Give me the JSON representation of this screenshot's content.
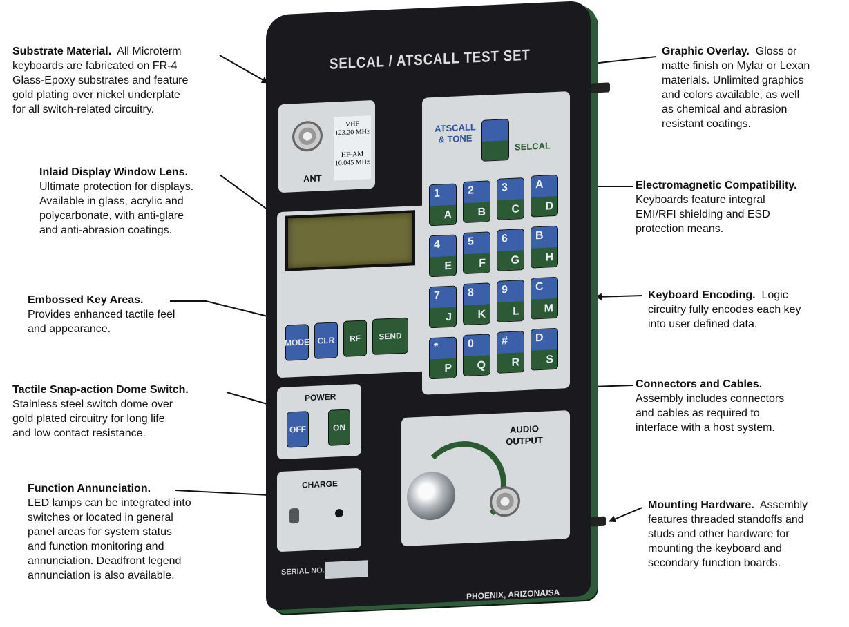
{
  "panel": {
    "title": "SELCAL / ATSCALL  TEST  SET",
    "ant_label": "ANT",
    "vhf_label": "VHF",
    "vhf_freq": "123.20 MHz",
    "hf_label": "HF-AM",
    "hf_freq": "10.045 MHz",
    "atscall_label": "ATSCALL & TONE",
    "selcal_label": "SELCAL",
    "power_label": "POWER",
    "off_label": "OFF",
    "on_label": "ON",
    "charge_label": "CHARGE",
    "audio_label": "AUDIO OUTPUT",
    "serial_label": "SERIAL NO.",
    "location_label": "PHOENIX, ARIZONA",
    "country_label": "USA",
    "function_buttons": [
      "MODE",
      "CLR",
      "RF",
      "SEND"
    ],
    "keypad": [
      {
        "top": "1",
        "bottom": "A"
      },
      {
        "top": "2",
        "bottom": "B"
      },
      {
        "top": "3",
        "bottom": "C"
      },
      {
        "top": "A",
        "bottom": "D"
      },
      {
        "top": "4",
        "bottom": "E"
      },
      {
        "top": "5",
        "bottom": "F"
      },
      {
        "top": "6",
        "bottom": "G"
      },
      {
        "top": "B",
        "bottom": "H"
      },
      {
        "top": "7",
        "bottom": "J"
      },
      {
        "top": "8",
        "bottom": "K"
      },
      {
        "top": "9",
        "bottom": "L"
      },
      {
        "top": "C",
        "bottom": "M"
      },
      {
        "top": "*",
        "bottom": "P"
      },
      {
        "top": "0",
        "bottom": "Q"
      },
      {
        "top": "#",
        "bottom": "R"
      },
      {
        "top": "D",
        "bottom": "S"
      }
    ]
  },
  "callouts": {
    "substrate": {
      "title": "Substrate Material.",
      "lead": "All Microterm",
      "lines": [
        "keyboards are fabricated on FR-4",
        "Glass-Epoxy substrates and feature",
        "gold plating over nickel underplate",
        "for all switch-related circuitry."
      ]
    },
    "display": {
      "title": "Inlaid Display Window Lens.",
      "lines": [
        "Ultimate protection for displays.",
        "Available in glass, acrylic and",
        "polycarbonate, with anti-glare",
        "and anti-abrasion coatings."
      ]
    },
    "embossed": {
      "title": "Embossed Key Areas.",
      "lines": [
        "Provides enhanced tactile feel",
        "and appearance."
      ]
    },
    "tactile": {
      "title": "Tactile Snap-action Dome Switch.",
      "lines": [
        "Stainless steel switch dome over",
        "gold plated circuitry for long life",
        "and low contact resistance."
      ]
    },
    "function": {
      "title": "Function Annunciation.",
      "lines": [
        "LED lamps can be integrated into",
        "switches or located in general",
        "panel areas for system status",
        "and function monitoring and",
        "annunciation.  Deadfront legend",
        "annunciation is also available."
      ]
    },
    "overlay": {
      "title": "Graphic Overlay.",
      "lead": "Gloss or",
      "lines": [
        "matte finish on Mylar or Lexan",
        "materials.  Unlimited graphics",
        "and colors available, as well",
        "as chemical and abrasion",
        "resistant coatings."
      ]
    },
    "emc": {
      "title": "Electromagnetic Compatibility.",
      "lines": [
        "Keyboards feature integral",
        "EMI/RFI shielding and ESD",
        "protection means."
      ]
    },
    "encoding": {
      "title": "Keyboard Encoding.",
      "lead": "Logic",
      "lines": [
        "circuitry fully encodes each key",
        "into user defined data."
      ]
    },
    "connectors": {
      "title": "Connectors and Cables.",
      "lines": [
        "Assembly includes connectors",
        "and cables as required to",
        "interface with a host system."
      ]
    },
    "mounting": {
      "title": "Mounting Hardware.",
      "lead": "Assembly",
      "lines": [
        "features threaded standoffs and",
        "studs and other hardware for",
        "mounting the keyboard and",
        "secondary function boards."
      ]
    }
  },
  "colors": {
    "panel": "#1a1a1e",
    "plate": "#d6dadd",
    "key_blue": "#3b5fa8",
    "key_green": "#2c5a34",
    "lcd": "#6d6b37"
  }
}
